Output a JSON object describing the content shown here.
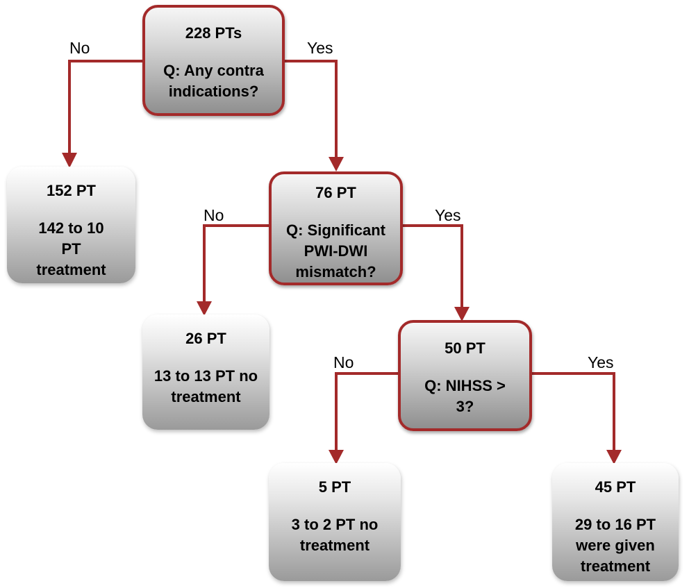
{
  "colors": {
    "connector": "#a32a2a",
    "decision_border": "#a32a2a"
  },
  "decisions": {
    "root": {
      "title": "228 PTs",
      "question": "Q: Any contra indications?"
    },
    "mismatch": {
      "title": "76 PT",
      "question": "Q: Significant PWI-DWI mismatch?"
    },
    "nihss": {
      "title": "50 PT",
      "question": "Q: NIHSS > 3?"
    }
  },
  "outcomes": {
    "pt152": {
      "title": "152 PT",
      "detail": "142 to 10 PT treatment"
    },
    "pt26": {
      "title": "26 PT",
      "detail": "13 to 13 PT no treatment"
    },
    "pt5": {
      "title": "5 PT",
      "detail": "3 to 2 PT no treatment"
    },
    "pt45": {
      "title": "45 PT",
      "detail": "29 to 16 PT were given treatment"
    }
  },
  "labels": {
    "no": "No",
    "yes": "Yes"
  }
}
